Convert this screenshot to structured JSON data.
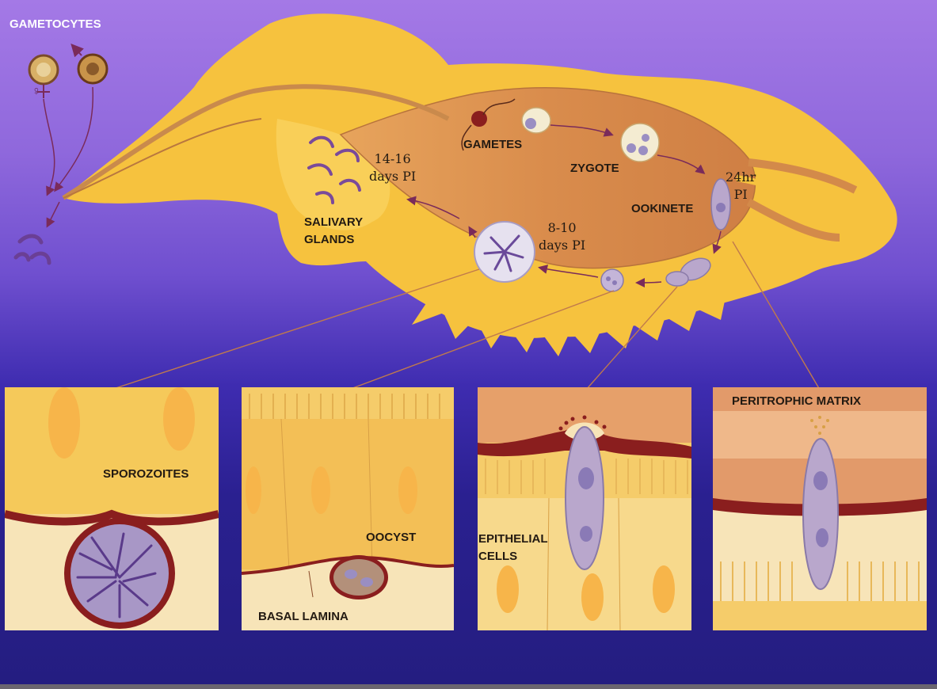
{
  "labels": {
    "gametocytes": "GAMETOCYTES",
    "gametes": "GAMETES",
    "zygote": "ZYGOTE",
    "ookinete": "OOKINETE",
    "salivary_glands": "SALIVARY\nGLANDS",
    "sporozoites": "SPOROZOITES",
    "oocyst": "OOCYST",
    "basal_lamina": "BASAL LAMINA",
    "epithelial_cells": "EPITHELIAL\nCELLS",
    "peritrophic_matrix": "PERITROPHIC MATRIX"
  },
  "times": {
    "days_14_16": "14-16\ndays PI",
    "days_8_10": "8-10\ndays PI",
    "hr_24": "24hr\nPI"
  },
  "symbols": {
    "female": "♀",
    "male": "♂"
  },
  "colors": {
    "mosquito_body": "#f6c23e",
    "midgut": "#d98f4e",
    "membrane": "#8a1e1e",
    "parasite": "#b9a7cc"
  }
}
